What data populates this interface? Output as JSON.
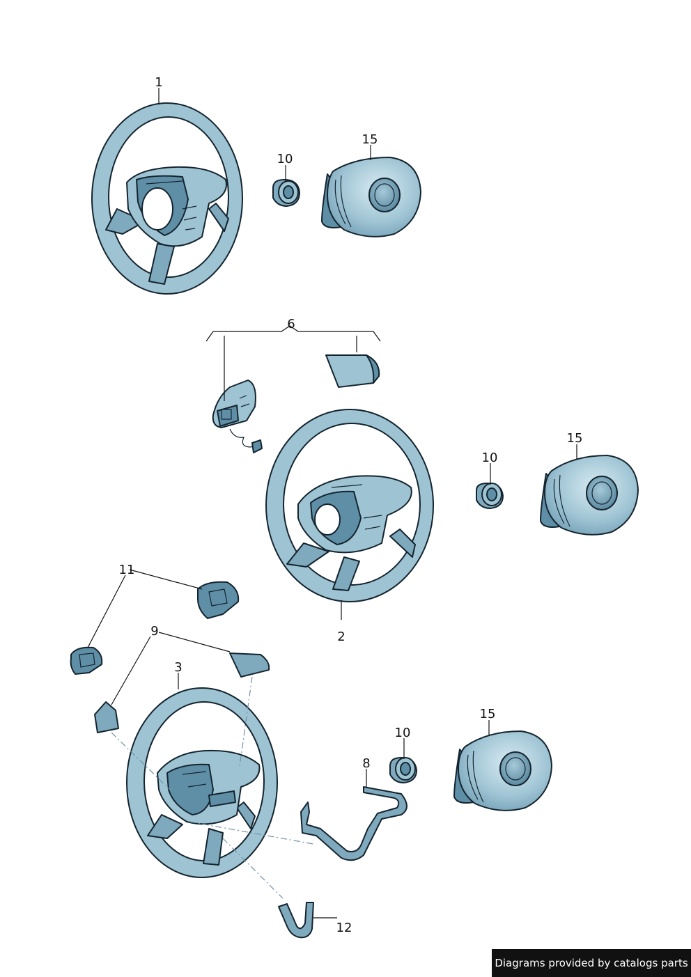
{
  "callouts": {
    "wheel_1": "1",
    "nut_10_top": "10",
    "airbag_15_top": "15",
    "bracket_6": "6",
    "nut_10_mid": "10",
    "airbag_15_mid": "15",
    "wheel_2": "2",
    "switch_11": "11",
    "cover_9": "9",
    "wheel_3": "3",
    "trim_8": "8",
    "nut_10_bottom": "10",
    "airbag_15_bottom": "15",
    "trim_12": "12"
  },
  "credit": "Diagrams provided by catalogs parts"
}
